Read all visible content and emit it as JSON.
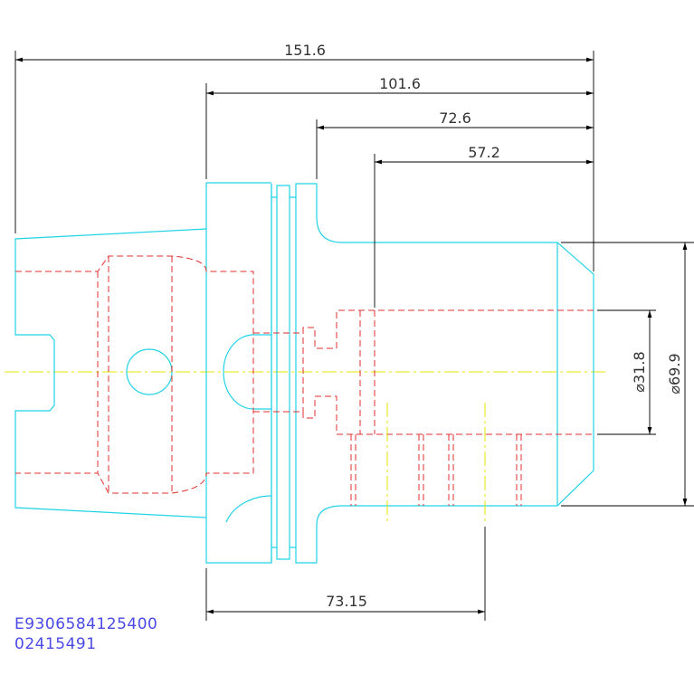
{
  "dimensions": {
    "overall_length": "151.6",
    "flange_to_end": "101.6",
    "groove_to_end": "72.6",
    "bore_depth": "57.2",
    "bottom_length": "73.15",
    "bore_diameter": "⌀31.8",
    "outer_diameter": "⌀69.9"
  },
  "part_number": {
    "line1": "E9306584125400",
    "line2": "02415491"
  },
  "colors": {
    "outline": "#22d3e6",
    "hidden": "#e03030",
    "centerline": "#e6e600",
    "dimension": "#000000",
    "part_number": "#4a4ae6"
  }
}
